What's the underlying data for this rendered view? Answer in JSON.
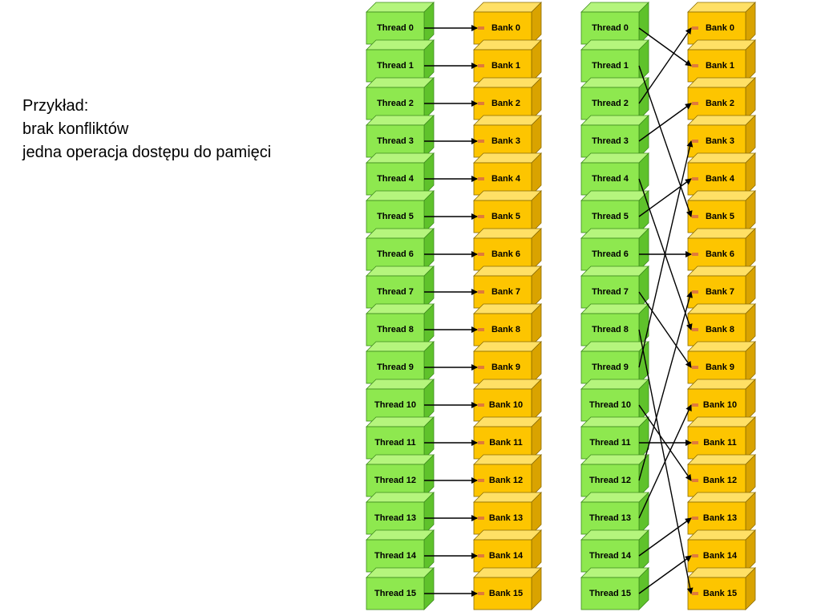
{
  "caption": {
    "line1": "Przykład:",
    "line2": "brak konfliktów",
    "line3": "jedna operacja dostępu do pamięci"
  },
  "threads": [
    "Thread 0",
    "Thread 1",
    "Thread 2",
    "Thread 3",
    "Thread 4",
    "Thread 5",
    "Thread 6",
    "Thread 7",
    "Thread 8",
    "Thread 9",
    "Thread 10",
    "Thread 11",
    "Thread 12",
    "Thread 13",
    "Thread 14",
    "Thread 15"
  ],
  "banks": [
    "Bank 0",
    "Bank 1",
    "Bank 2",
    "Bank 3",
    "Bank 4",
    "Bank 5",
    "Bank 6",
    "Bank 7",
    "Bank 8",
    "Bank 9",
    "Bank 10",
    "Bank 11",
    "Bank 12",
    "Bank 13",
    "Bank 14",
    "Bank 15"
  ],
  "left_mapping": [
    0,
    1,
    2,
    3,
    4,
    5,
    6,
    7,
    8,
    9,
    10,
    11,
    12,
    13,
    14,
    15
  ],
  "right_mapping": [
    1,
    5,
    0,
    2,
    8,
    4,
    6,
    9,
    15,
    3,
    12,
    11,
    7,
    10,
    13,
    14
  ],
  "colors": {
    "thread_front": "#8ee84f",
    "thread_top": "#b5f57d",
    "thread_side": "#5fc22b",
    "thread_stroke": "#3c8a1c",
    "bank_front": "#fdc500",
    "bank_top": "#ffe066",
    "bank_side": "#d9a300",
    "bank_stroke": "#8a6b00",
    "port": "#e07a3b",
    "arrow": "#000000"
  }
}
